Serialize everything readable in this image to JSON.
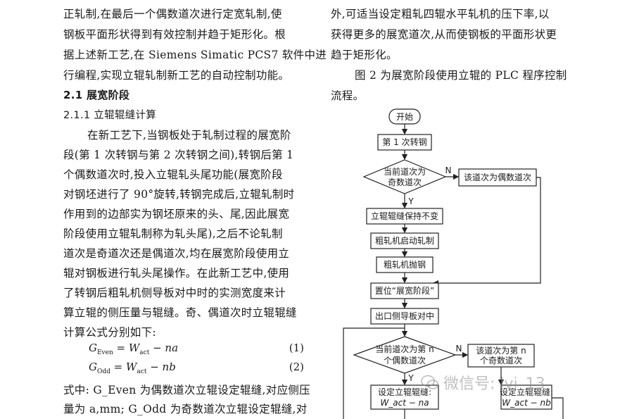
{
  "left_column": {
    "lines": [
      "正轧制,在最后一个偶数道次进行定宽轧制,使",
      "钢板平面形状得到有效控制并趋于矩形化。根",
      "据上述新工艺,在 Siemens Simatic PCS7 软件中进",
      "行编程,实现立辊轧制新工艺的自动控制功能。"
    ],
    "section_heading": "2.1  展宽阶段",
    "subsection_heading": "2.1.1  立辊辊缝计算",
    "paragraph": [
      "在新工艺下,当钢板处于轧制过程的展宽阶",
      "段(第 1 次转钢与第 2 次转钢之间),转钢后第 1",
      "个偶数道次时,投入立辊轧头尾功能(展宽阶段",
      "对钢坯进行了 90°旋转,转钢完成后,立辊轧制时",
      "作用到的边部实为钢坯原来的头、尾,因此展宽",
      "阶段使用立辊轧制称为轧头尾),之后不论轧制",
      "道次是奇道次还是偶道次,均在展宽阶段使用立",
      "辊对钢板进行轧头尾操作。在此新工艺中,使用",
      "了转钢后粗轧机侧导板对中时的实测宽度来计",
      "算立辊的侧压量与辊缝。奇、偶道次时立辊辊缝",
      "计算公式分别如下:"
    ],
    "equations": [
      {
        "lhs": "G",
        "lhs_sub": "Even",
        "eq": " = W",
        "rhs_sub": "act",
        "tail": " − na",
        "num": "(1)"
      },
      {
        "lhs": "G",
        "lhs_sub": "Odd",
        "eq": " = W",
        "rhs_sub": "act",
        "tail": " − nb",
        "num": "(2)"
      }
    ],
    "after_eq": [
      "式中: G_Even 为偶数道次立辊设定辊缝,对应侧压",
      "量为 a,mm; G_Odd 为奇数道次立辊设定辊缝,对"
    ]
  },
  "right_column": {
    "lines": [
      "外,可适当设定粗轧四辊水平轧机的压下率,以",
      "获得更多的展宽道次,从而使钢板的平面形状更",
      "趋于矩形化。"
    ],
    "fig_intro": [
      "图 2 为展宽阶段使用立辊的 PLC 程序控制",
      "流程。"
    ]
  },
  "flowchart": {
    "start": "开始",
    "step1": "第 1 次转钢",
    "decision1_l1": "当前道次为",
    "decision1_l2": "奇数道次",
    "no1": "N",
    "yes1": "Y",
    "even_box": "该道次为偶数道次",
    "keep_gap": "立辊辊缝保持不变",
    "rough_start": "粗轧机启动轧制",
    "rough_throw": "粗轧机抛钢",
    "set_stage": "置位“展宽阶段”",
    "guide_center": "出口侧导板对中",
    "decision2_l1": "当前道次为第 n",
    "decision2_l2": "个偶数道次",
    "no2": "N",
    "yes2": "Y",
    "odd_box_l1": "该道次为第 n",
    "odd_box_l2": "个奇数道次",
    "set_gap_l1": "设定立辊辊缝:",
    "set_gap_l2": "W_act − na",
    "set_gap2_l1": "设定立辊辊缝:",
    "set_gap2_l2": "W_act − nb"
  },
  "watermark": {
    "text": "微信号: lvj_13",
    "icon": "wechat-icon"
  }
}
